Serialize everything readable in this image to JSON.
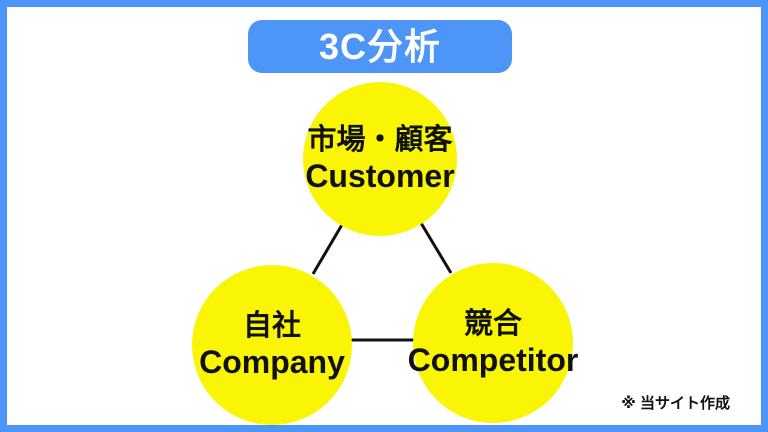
{
  "title": "3C分析",
  "nodes": {
    "customer": {
      "jp": "市場・顧客",
      "en": "Customer"
    },
    "company": {
      "jp": "自社",
      "en": "Company"
    },
    "competitor": {
      "jp": "競合",
      "en": "Competitor"
    }
  },
  "footnote": "※ 当サイト作成",
  "colors": {
    "accent_blue": "#4d96f7",
    "node_yellow": "#faf505",
    "line_black": "#111111",
    "title_text": "#ffffff",
    "background": "#ffffff"
  },
  "diagram": {
    "type": "triangle-relationship",
    "description": "3C analysis diagram: three yellow circles (Customer, Company, Competitor) connected by black lines in a triangle"
  }
}
